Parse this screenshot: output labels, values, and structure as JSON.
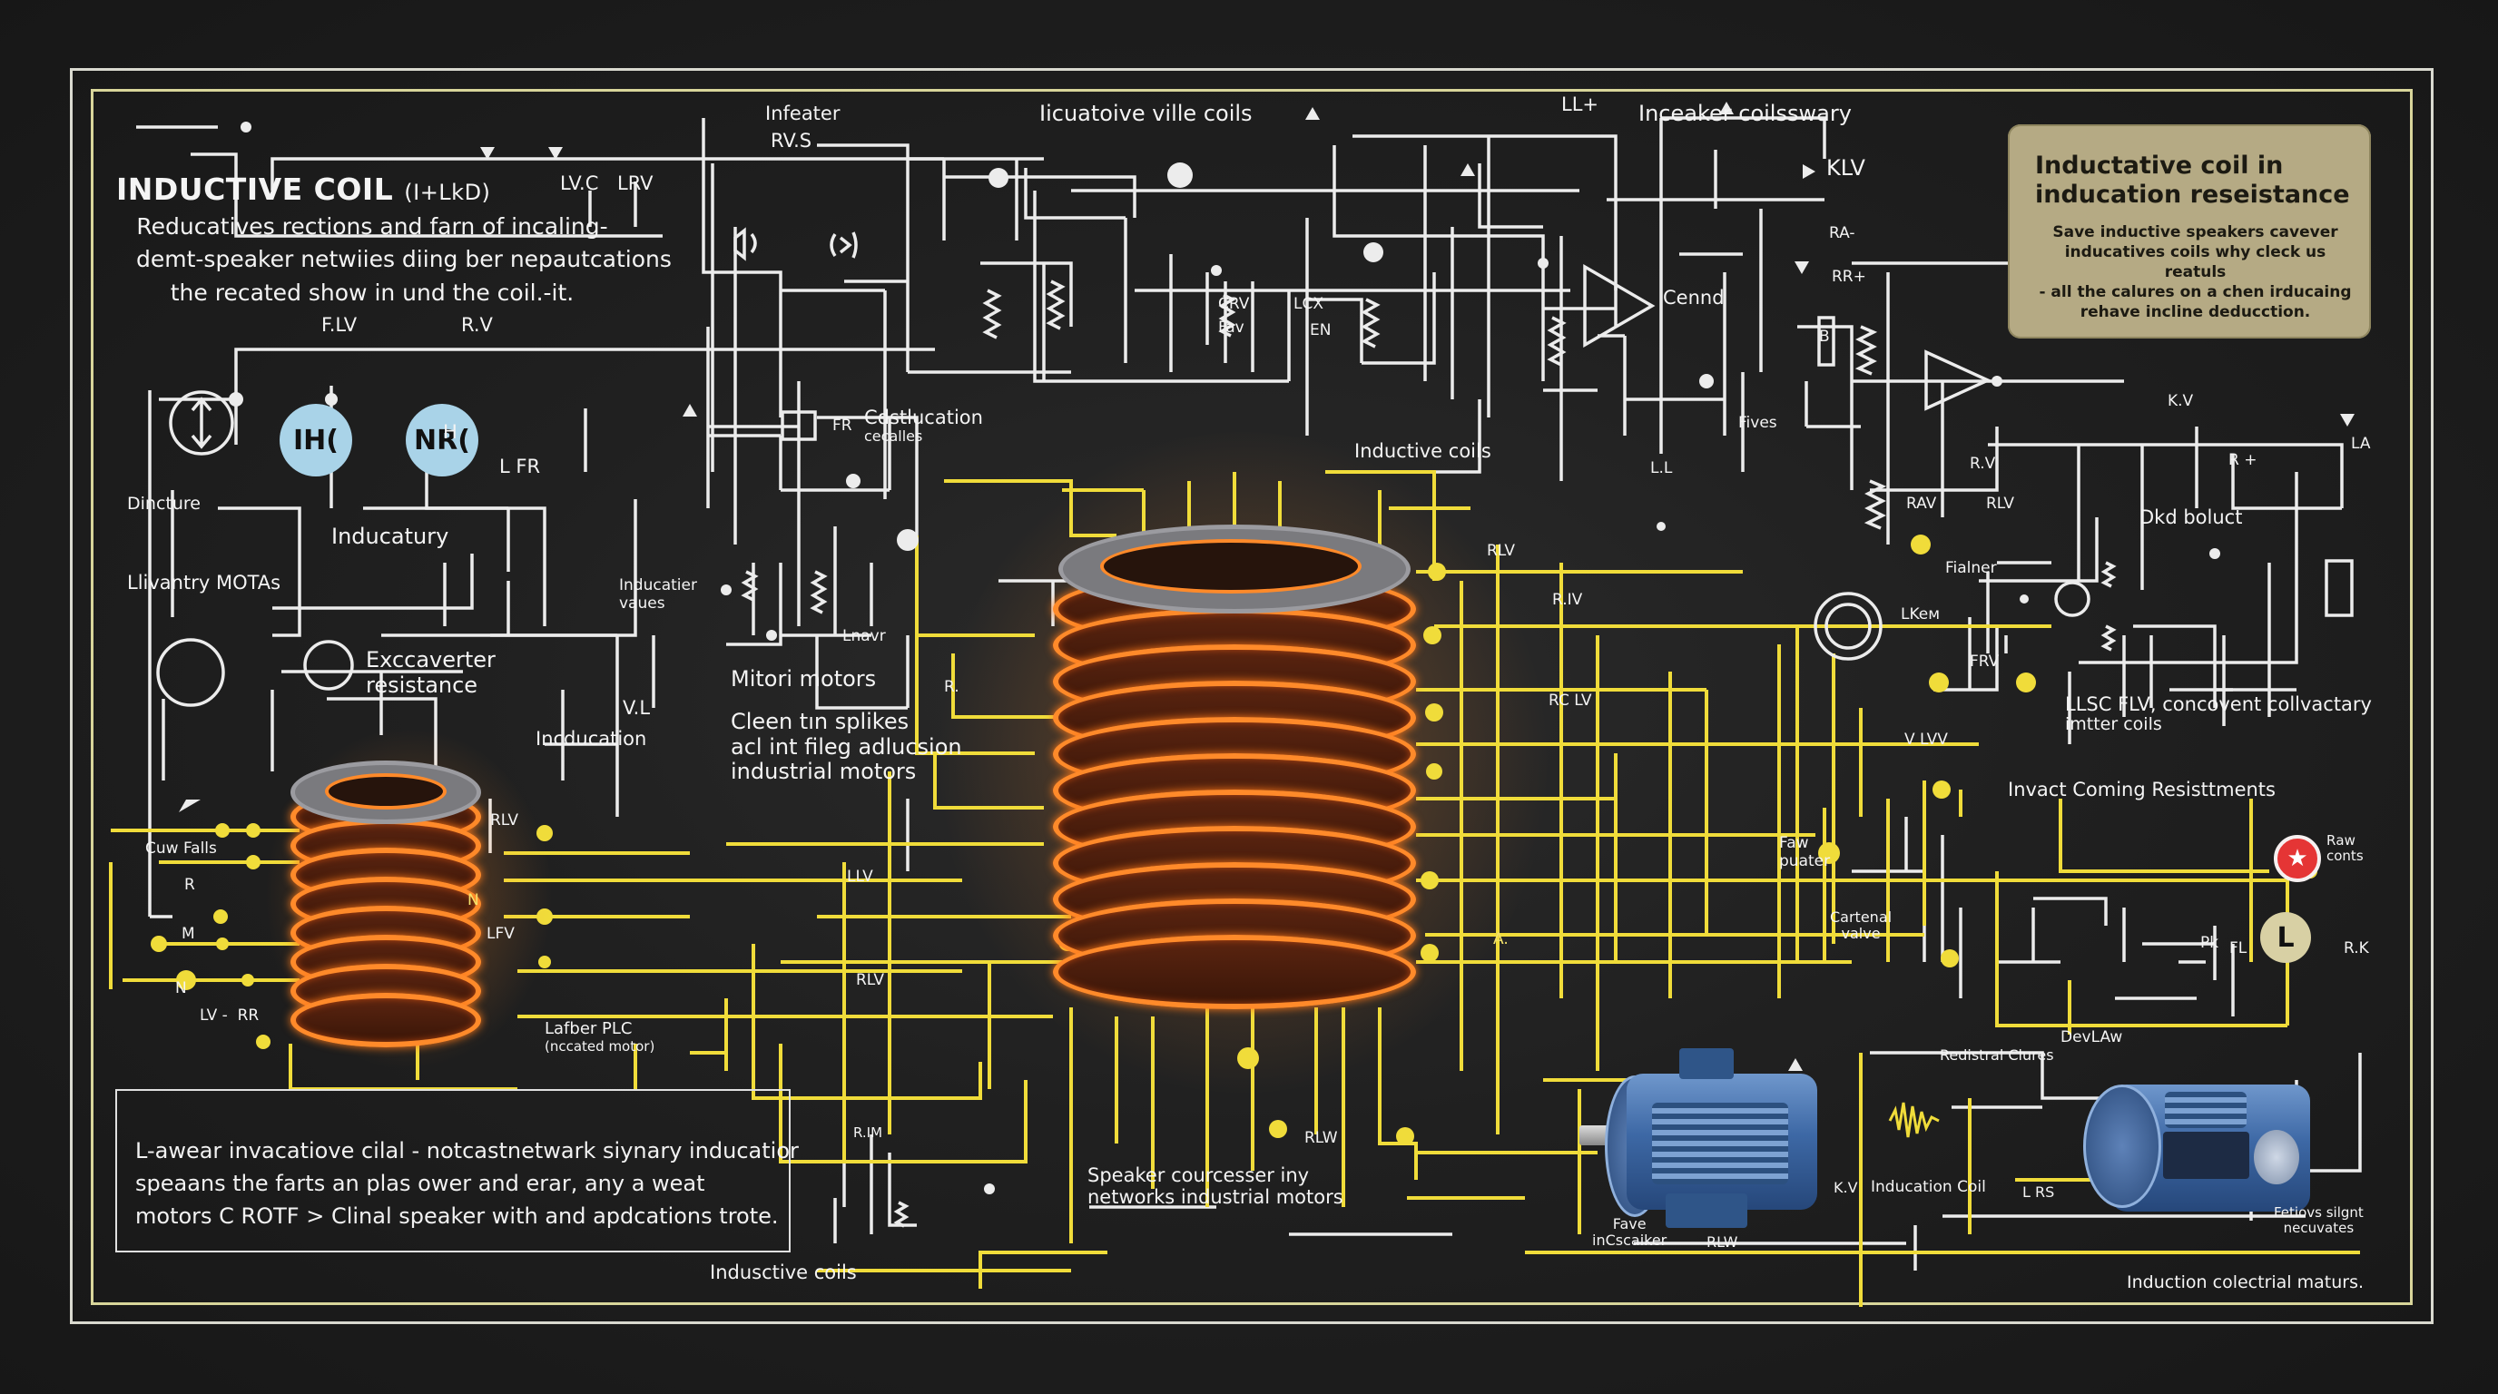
{
  "diagram": {
    "title": "INDUCTIVE COIL",
    "title_suffix": "(I+LkD)",
    "intro_lines": [
      "Reducatives rections and farn of incaling-",
      "demt-speaker netwiies diing ber nepautcations",
      "the recated show in und the coil.-it."
    ],
    "info_box": {
      "heading_lines": [
        "Inductative coil in",
        "inducation reseistance"
      ],
      "body_lines": [
        "Save inductive speakers cavever",
        "inducatives coils why cleck us reatuls",
        "- all the calures on a chen irducaing",
        "rehave incline deducction."
      ]
    },
    "note_box": {
      "lines": [
        "L-awear invacatiove cilal - notcastnetwark siynary inducatior",
        "speaans the farts an plas ower and erar, any a weat",
        "motors C ROTF > Clinal speaker with and apdcations trote."
      ]
    },
    "section_labels": {
      "infeater": "Infeater",
      "rvs": "RV.S",
      "ilcuatoive": "Iicuatoive ville coils",
      "inceaker": "Inceaker coilsswary",
      "klv": "KLV",
      "ll_top": "LL+",
      "lvc": "LV.C",
      "lrv_top": "LRV",
      "flv": "F.LV",
      "rv_left": "R.V",
      "dincture": "Dincture",
      "inducatury": "Inducatury",
      "livantry": "Llivantry MOTAs",
      "excaverter": [
        "Exccaverter",
        "resistance"
      ],
      "lfr": "L FR",
      "h_label": "H",
      "inducatier_values": [
        "Inducatier",
        "vaues"
      ],
      "vl": "V.L",
      "incducation": "Incducation",
      "cdstlucation": [
        "Cdstlucation",
        "cecalles"
      ],
      "fr_box": "FR",
      "lnavr": "Lnavr",
      "mitori": "Mitori motors",
      "cleen": [
        "Cleen tın splikes",
        "acl int fileg adlucsion",
        "industrial motors"
      ],
      "crv": "CRV",
      "fav": "Fav",
      "lcx": "LCX",
      "en": "EN",
      "cennd": "Cennd",
      "ra": "RA-",
      "rr": "RR+",
      "b_box": "B",
      "fives": "Fives",
      "ll_mid": "L.L",
      "inductive_coils_mid": "Inductive coils",
      "kv": "K.V",
      "rv_right": "R.V",
      "r_plus": "R +",
      "la": "LA",
      "rav": "RAV",
      "rlv_right": "RLV",
      "dkd": "Dkd boluct",
      "fialner": "Fialner",
      "lkem": "LKeм",
      "rlv_center": "RLV",
      "r_iv": "R.IV",
      "rc_lv": "RC LV",
      "frv": "FRV",
      "llsc": [
        "LLSC FLV, concovent collvactary",
        "imtter coils"
      ],
      "v_lvv": "V LVV",
      "invact": "Invact Coming Resisttments",
      "faw_puater": [
        "Faw",
        "puater"
      ],
      "cartenal_valve": [
        "Cartenal",
        "valve"
      ],
      "raw_conts": [
        "Rаw",
        "conts"
      ],
      "pk": "Pk",
      "fl": "FL",
      "r_k": "R.K",
      "cuw_falls": "Cuw Falls",
      "r_small": "R",
      "m_small": "M",
      "n_small": "N",
      "lv_rr": "LV -  RR",
      "rlv_left": "RLV",
      "n_yellow": "N",
      "lfv": "LFV",
      "lafber": [
        "Lafber PLC",
        "(nccated motor)"
      ],
      "llv": "LLV",
      "rlv_bottom": "RLV",
      "r_im": "R.IM",
      "r_small2": "R.",
      "rlw": "RLW",
      "speaker": [
        "Speaker courcesser iny",
        "networks industrial motors"
      ],
      "inductive_coils_bottom": "Indusctive coils",
      "a_label": "A.",
      "fave_inspeaker": [
        "Fave",
        "inCscaiker"
      ],
      "rlw_motor": "RLW",
      "redistral": "Redistral Clures",
      "devlaw": "DevLAw",
      "kv_small": "K.V",
      "induction_coil": "Inducation Coil",
      "l_rs": "L RS",
      "fetiovs": [
        "Fetiovs silgnt",
        "necuvates"
      ],
      "induction_colectrial": "Induction colectrial maturs."
    },
    "bubbles": [
      "IH(",
      "NR("
    ],
    "colors": {
      "background": "#1e1e1e",
      "wire_white": "#ececec",
      "wire_yellow": "#f0dc3a",
      "copper": "#ff8a2a",
      "info_box": "#b5aa84",
      "bubble": "#a9d3e8",
      "motor_blue": "#3d68a5",
      "badge_red": "#e53535"
    }
  }
}
